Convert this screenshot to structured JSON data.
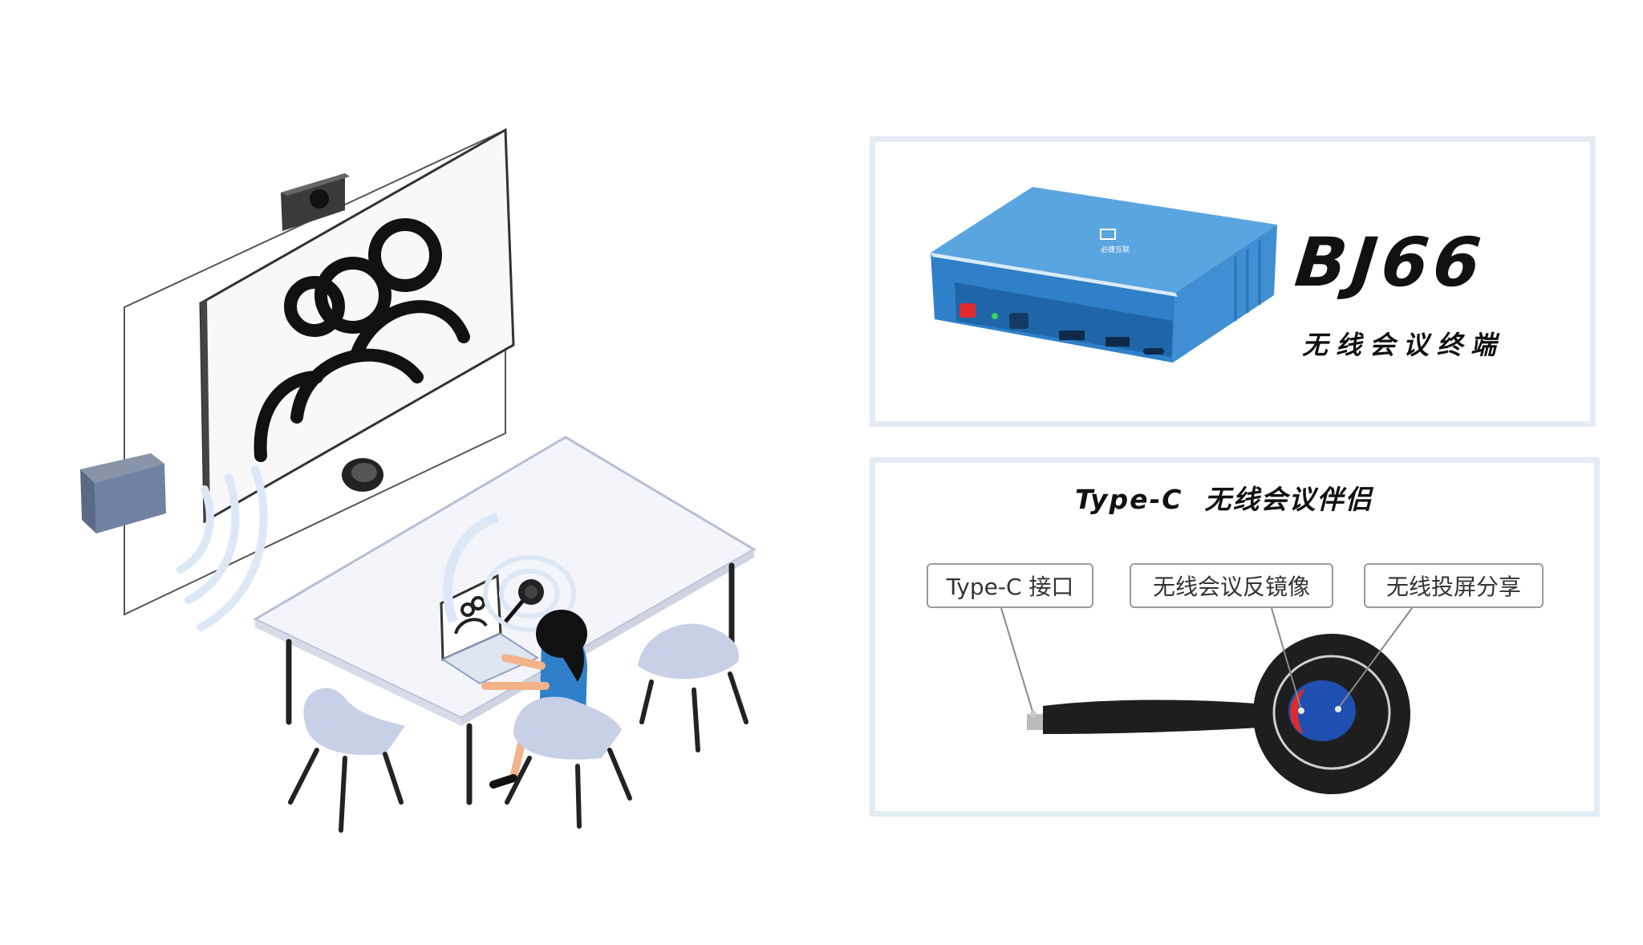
{
  "product": {
    "model": "BJ66",
    "subtitle": "无线会议终端",
    "box_brand": "必捷互联"
  },
  "companion": {
    "title": "Type-C  无线会议伴侣",
    "labels": {
      "typec_port": "Type-C 接口",
      "mirror": "无线会议反镜像",
      "cast": "无线投屏分享"
    }
  },
  "colors": {
    "panel_border": "#e3ebf4",
    "device_blue": "#2f80c8",
    "button_red": "#e02a2a",
    "button_blue": "#1f4fb0",
    "chair": "#c7d0e6"
  }
}
